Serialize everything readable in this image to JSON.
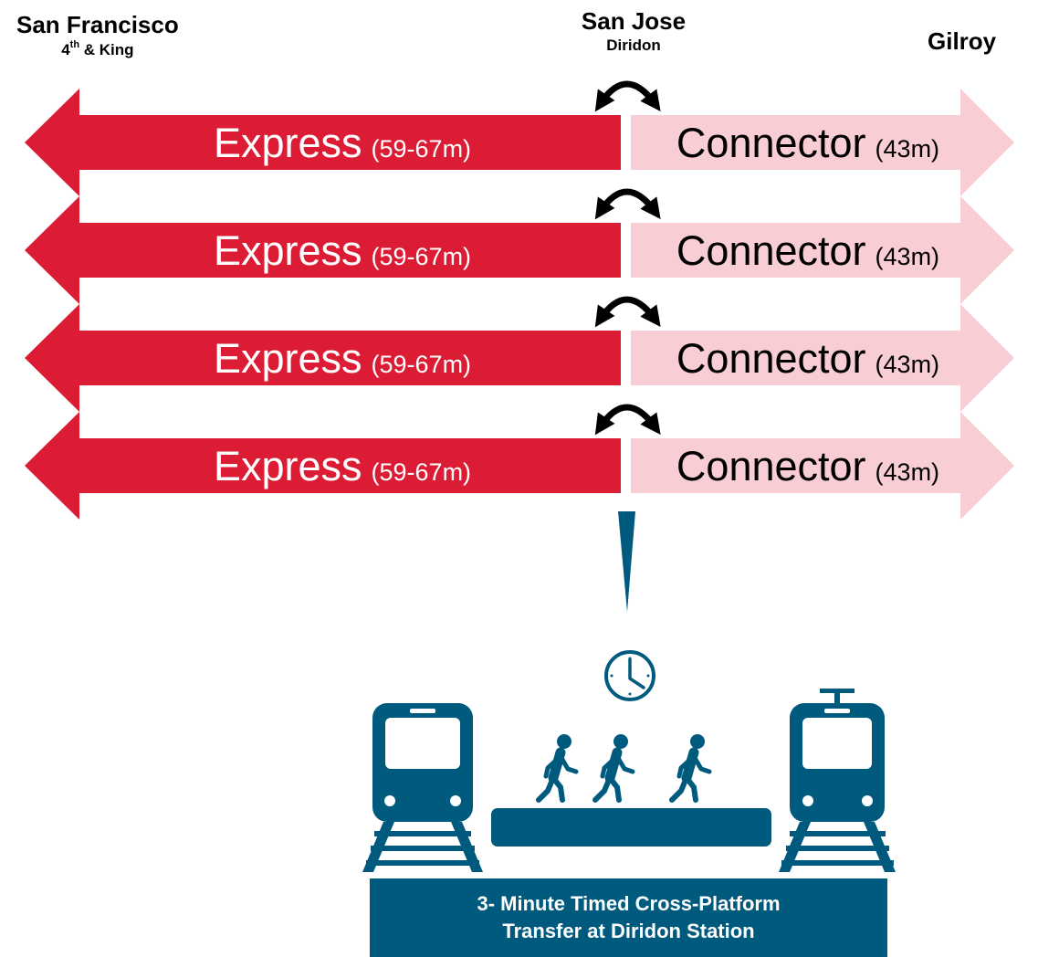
{
  "stations": {
    "left": {
      "name": "San Francisco",
      "sub_base": "4",
      "sub_sup": "th",
      "sub_rest": " & King"
    },
    "middle": {
      "name": "San Jose",
      "sub": "Diridon"
    },
    "right": {
      "name": "Gilroy"
    }
  },
  "rows": [
    {
      "express_label": "Express",
      "express_time": "(59-67m)",
      "connector_label": "Connector",
      "connector_time": "(43m)"
    },
    {
      "express_label": "Express",
      "express_time": "(59-67m)",
      "connector_label": "Connector",
      "connector_time": "(43m)"
    },
    {
      "express_label": "Express",
      "express_time": "(59-67m)",
      "connector_label": "Connector",
      "connector_time": "(43m)"
    },
    {
      "express_label": "Express",
      "express_time": "(59-67m)",
      "connector_label": "Connector",
      "connector_time": "(43m)"
    }
  ],
  "transfer": {
    "line1": "3- Minute Timed Cross-Platform",
    "line2": "Transfer at Diridon Station"
  },
  "icons": [
    "transfer-arrow-icon",
    "pointer-icon",
    "clock-icon",
    "train-icon",
    "walking-person-icon",
    "platform-icon",
    "tram-icon"
  ],
  "colors": {
    "express": "#dc1b34",
    "connector": "#f8cdd3",
    "icon_blue": "#005a7e",
    "arc": "#000000"
  }
}
